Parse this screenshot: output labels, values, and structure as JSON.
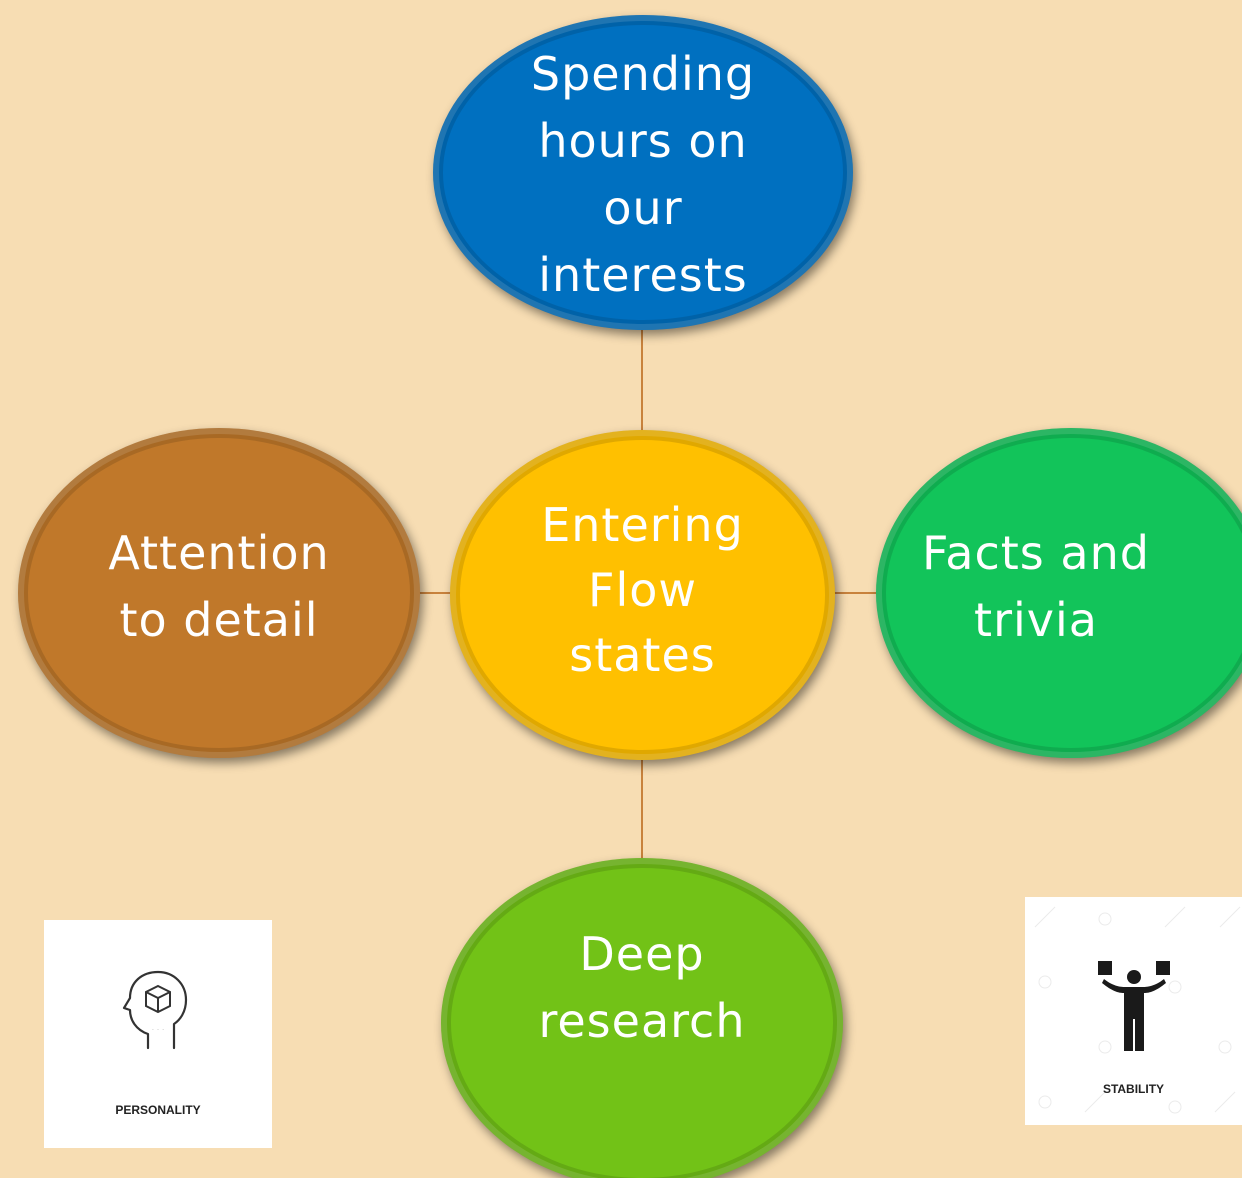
{
  "diagram": {
    "center": {
      "label": "Entering\nFlow\nstates",
      "color": "#FFC000"
    },
    "top": {
      "label": "Spending\nhours on\nour\ninterests",
      "color": "#0070C0"
    },
    "left": {
      "label": "Attention\nto detail",
      "color": "#C0782A"
    },
    "right": {
      "label": "Facts and\ntrivia",
      "color": "#12C45A"
    },
    "bottom": {
      "label": "Deep\nresearch",
      "color": "#72C217"
    },
    "connector_color": "#C8823C",
    "background": "#F7DDB3"
  },
  "images": {
    "personality": {
      "label": "PERSONALITY",
      "icon": "head-with-cube-icon"
    },
    "stability": {
      "label": "STABILITY",
      "icon": "balancing-person-icon"
    }
  }
}
